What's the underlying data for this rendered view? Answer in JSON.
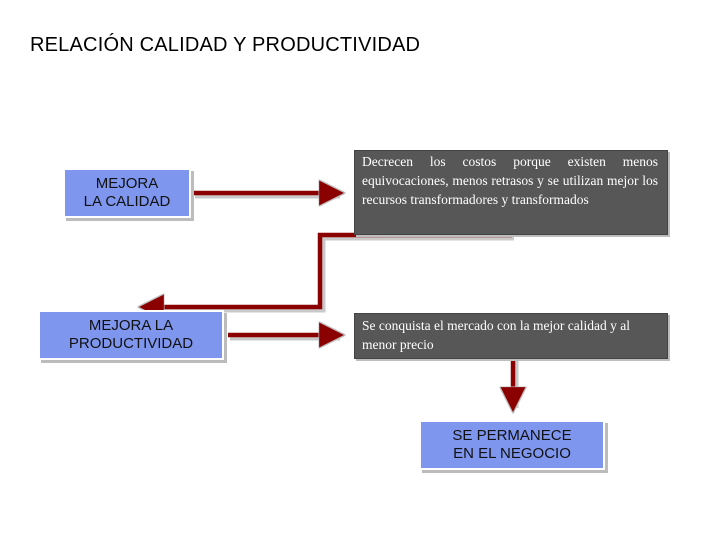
{
  "title": "RELACIÓN CALIDAD Y PRODUCTIVIDAD",
  "boxes": {
    "mejora_calidad": "MEJORA\nLA CALIDAD",
    "mejora_productividad": "MEJORA LA\nPRODUCTIVIDAD",
    "permanece": "SE PERMANECE\nEN EL NEGOCIO",
    "decrecen": "Decrecen los costos porque existen menos equivocaciones, menos retrasos y se utilizan mejor los recursos transformadores y transformados",
    "conquista": "Se conquista el mercado con la mejor calidad y al menor precio"
  },
  "colors": {
    "box_fill": "#7f96ee",
    "text_box_fill": "#575757",
    "arrow": "#8b0000"
  }
}
